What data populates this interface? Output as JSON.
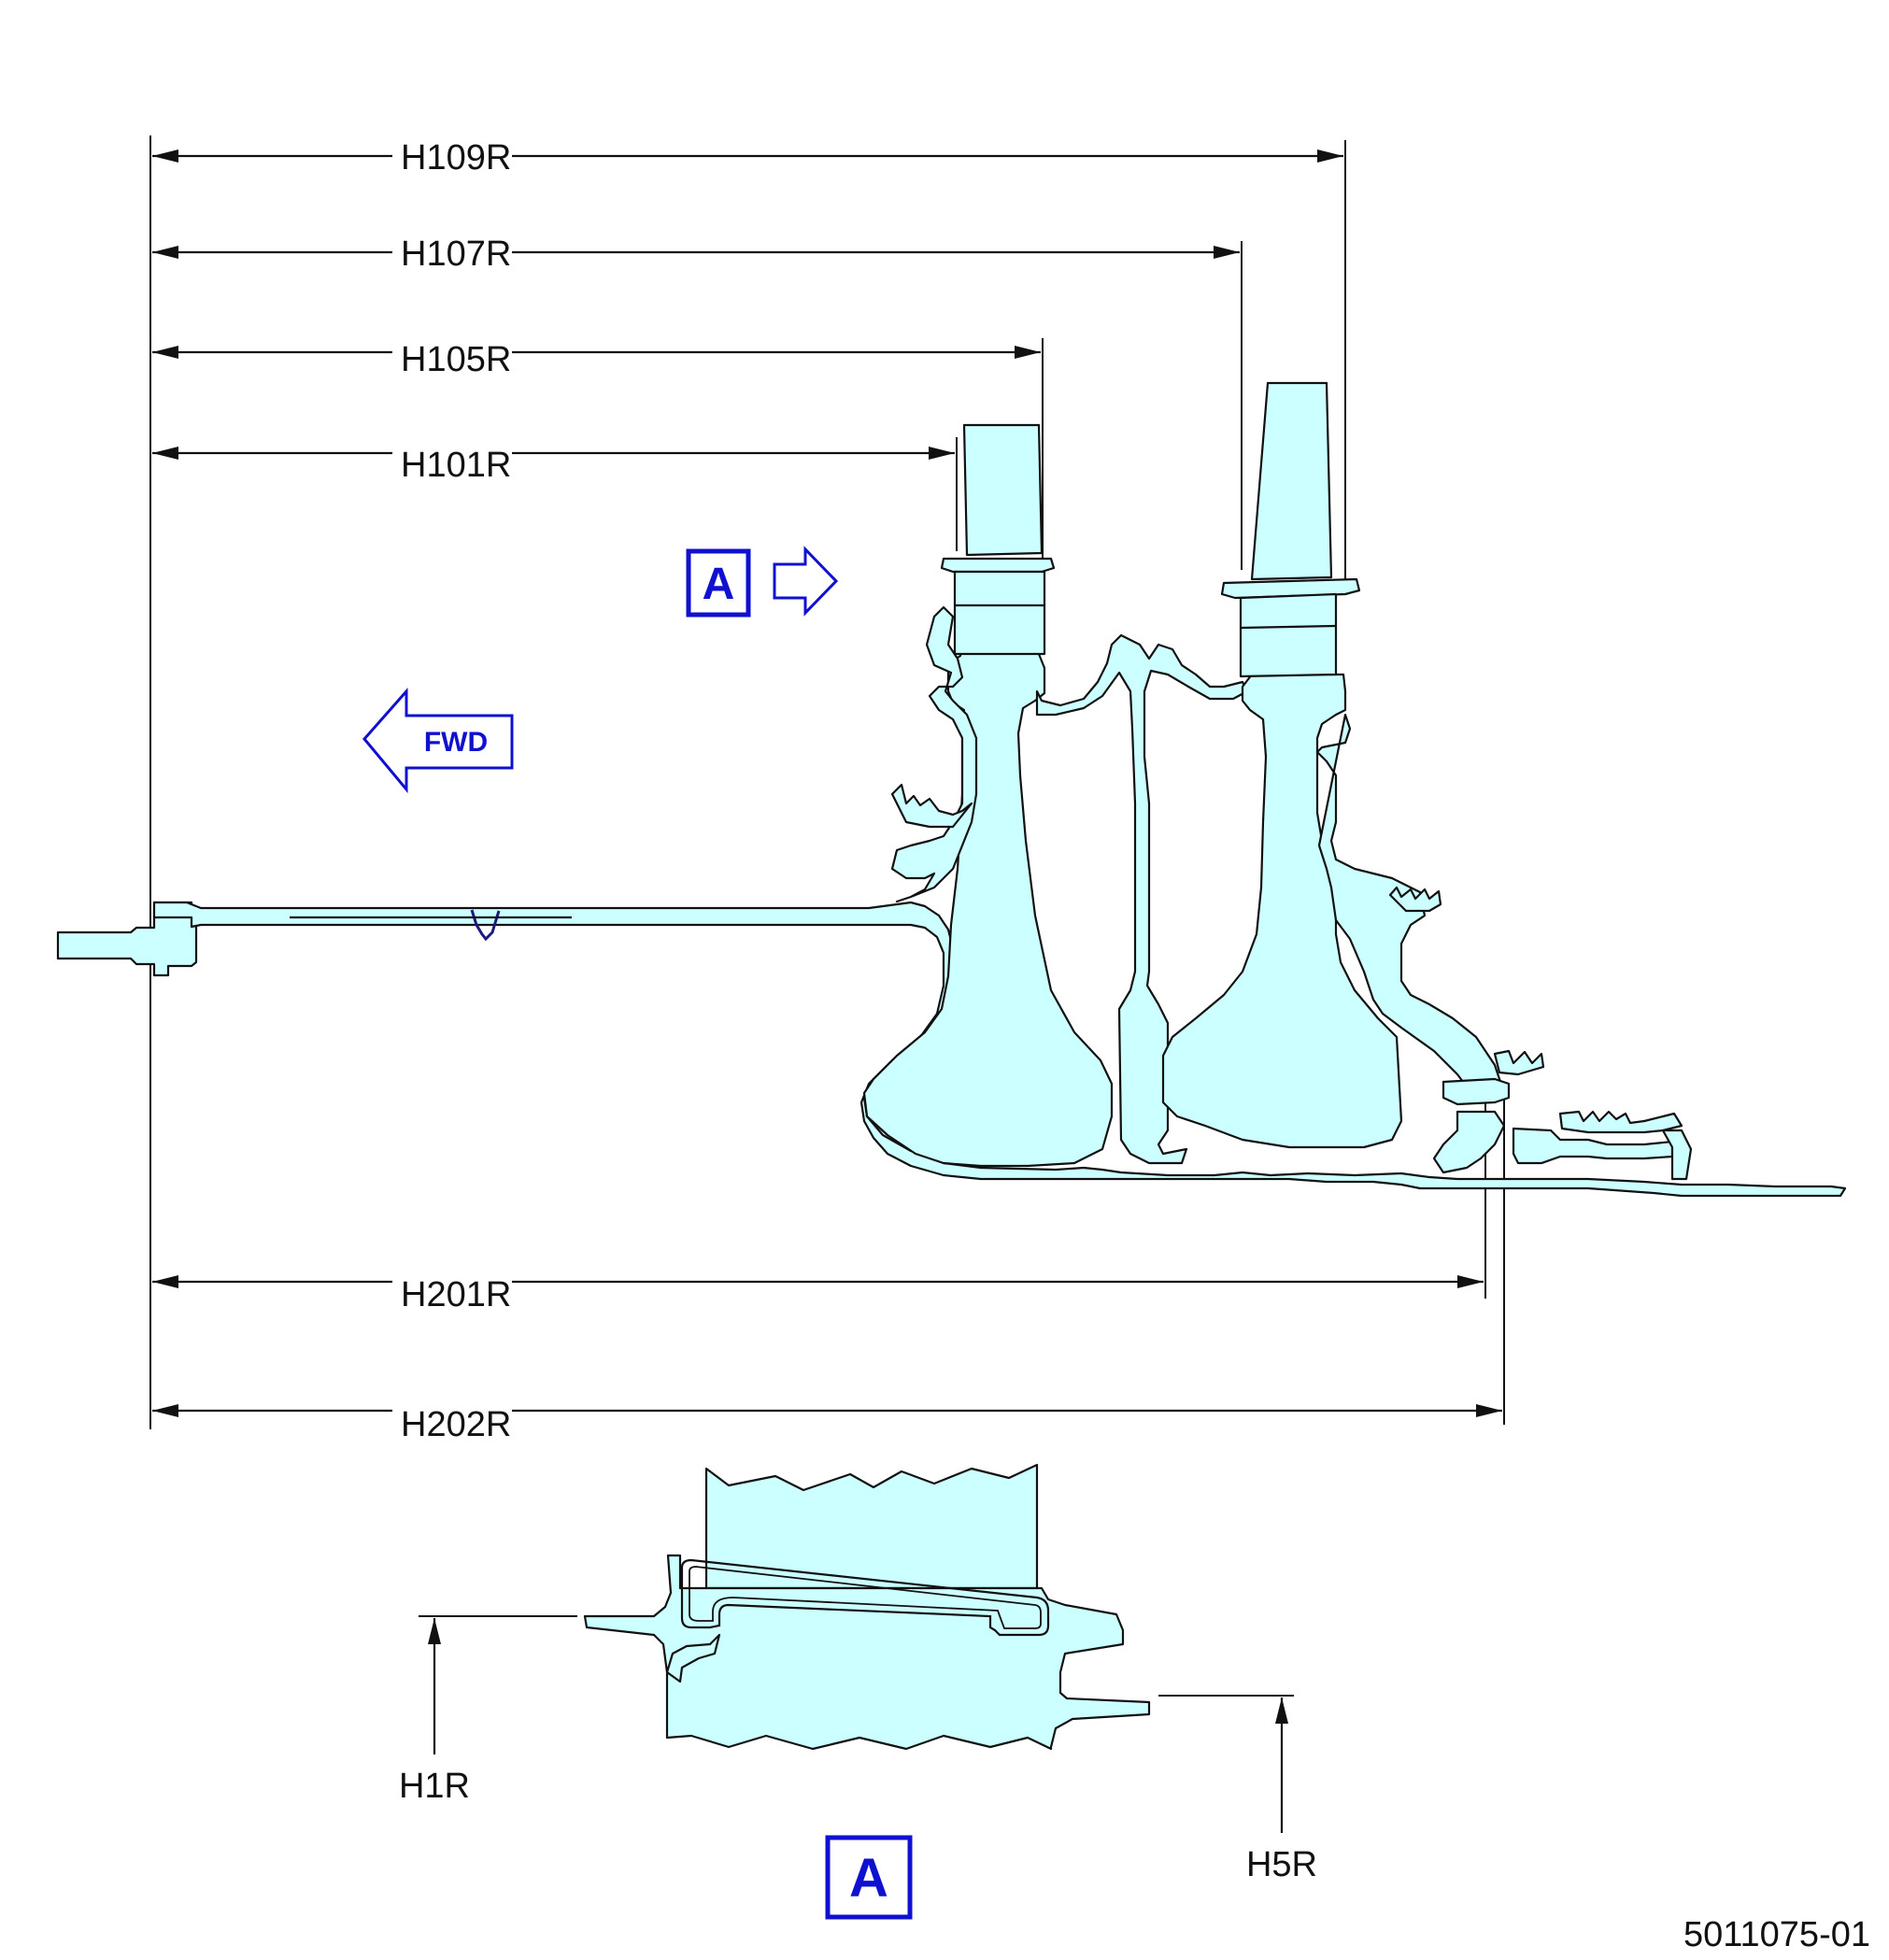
{
  "dimensions": {
    "h109r": "H109R",
    "h107r": "H107R",
    "h105r": "H105R",
    "h101r": "H101R",
    "h201r": "H201R",
    "h202r": "H202R",
    "h1r": "H1R",
    "h5r": "H5R"
  },
  "view_marker": {
    "label": "A"
  },
  "detail_label": "A",
  "fwd_arrow": {
    "label": "FWD"
  },
  "drawing_number": "5011075-01",
  "colors": {
    "part_fill": "#ccffff",
    "outline": "#111111",
    "accent_blue": "#1010d0"
  }
}
